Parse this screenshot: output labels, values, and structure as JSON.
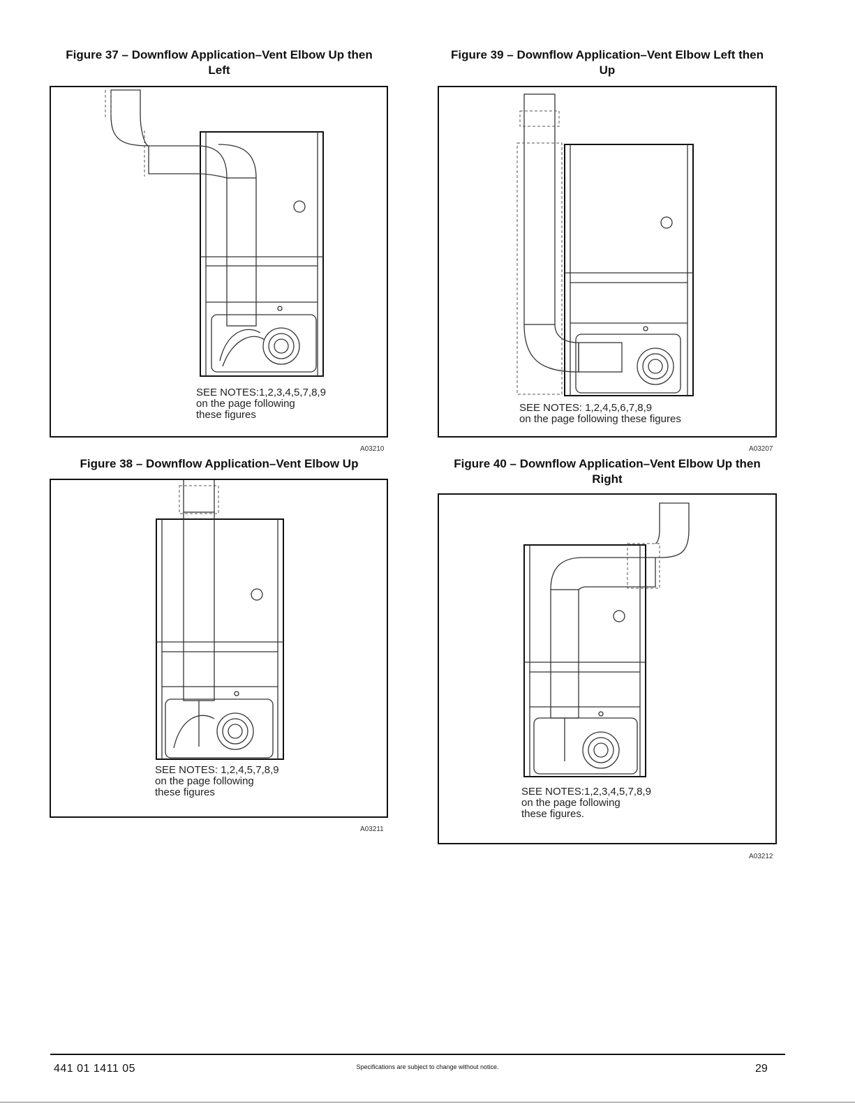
{
  "figures": [
    {
      "title_line1": "Figure 37 – Downflow Application–Vent Elbow Up then",
      "title_line2": "Left",
      "notes": [
        "SEE NOTES:1,2,3,4,5,7,8,9",
        "on the page following",
        "these figures"
      ],
      "code": "A03210",
      "vent_icon": "vent-elbow-up-then-left-icon"
    },
    {
      "title_line1": "Figure 38 – Downflow Application–Vent Elbow Up",
      "title_line2": "",
      "notes": [
        "SEE NOTES: 1,2,4,5,7,8,9",
        "on the page following",
        "these figures"
      ],
      "code": "A03211",
      "vent_icon": "vent-elbow-up-icon"
    },
    {
      "title_line1": "Figure 39 – Downflow Application–Vent Elbow Left then",
      "title_line2": "Up",
      "notes": [
        "SEE NOTES: 1,2,4,5,6,7,8,9",
        "on the page following these figures"
      ],
      "code": "A03207",
      "vent_icon": "vent-elbow-left-then-up-icon"
    },
    {
      "title_line1": "Figure 40 – Downflow Application–Vent Elbow Up then",
      "title_line2": "Right",
      "notes": [
        "SEE NOTES:1,2,3,4,5,7,8,9",
        "on the page following",
        "these figures."
      ],
      "code": "A03212",
      "vent_icon": "vent-elbow-up-then-right-icon"
    }
  ],
  "footer": {
    "doc_number": "441 01 1411 05",
    "disclaimer": "Specifications are subject to change without notice.",
    "page_number": "29"
  }
}
